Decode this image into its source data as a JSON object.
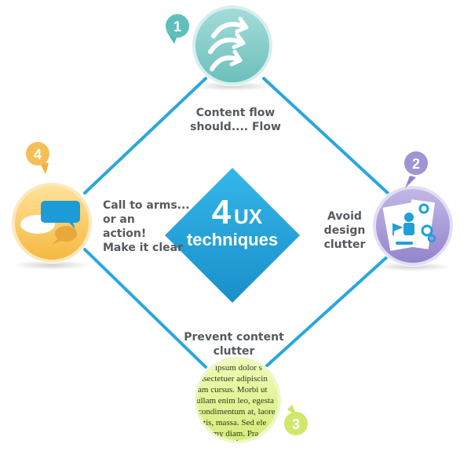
{
  "title": {
    "number": "4",
    "suffix": "UX",
    "word": "techniques"
  },
  "techniques": [
    {
      "id": 1,
      "badge": "1",
      "lines": [
        "Content flow",
        "should.... Flow"
      ],
      "color": "#7fc9c6",
      "icon": "flow-arrows-icon"
    },
    {
      "id": 2,
      "badge": "2",
      "lines": [
        "Avoid",
        "design",
        "clutter"
      ],
      "color": "#a99ad6",
      "icon": "design-workflow-icon"
    },
    {
      "id": 3,
      "badge": "3",
      "lines": [
        "Prevent content",
        "clutter"
      ],
      "color": "#d8ef88",
      "icon": "lorem-text-icon",
      "sample_text": [
        "ipsum dolor s",
        "ssectetuer adipiscin",
        "am cursus. Morbi ut",
        "ullam enim leo, egesta",
        "condimentum at, laore",
        "ttis, massa. Sed ele",
        "mmy diam. Pra",
        "ante, elem"
      ]
    },
    {
      "id": 4,
      "badge": "4",
      "lines": [
        "Call to arms...",
        "or an",
        "action!",
        "Make it clear"
      ],
      "color": "#f8c85f",
      "icon": "speech-bubbles-icon"
    }
  ],
  "colors": {
    "line": "#2aa7dd",
    "center": "#1f9ed8",
    "text": "#555a5e"
  }
}
